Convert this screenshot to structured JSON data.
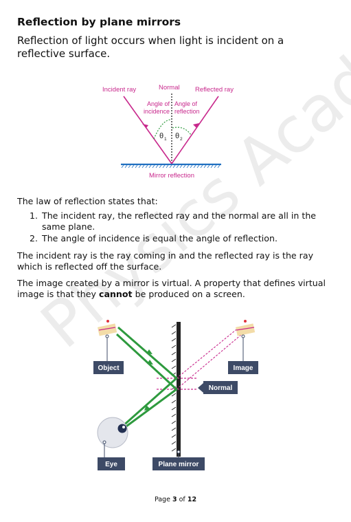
{
  "heading": "Reflection by plane mirrors",
  "intro": "Reflection of light occurs when light is incident on a reflective surface.",
  "diagram1": {
    "incident_ray": "Incident ray",
    "normal": "Normal",
    "reflected_ray": "Reflected ray",
    "angle_incidence_1": "Angle of",
    "angle_incidence_2": "incidence",
    "angle_reflection_1": "Angle of",
    "angle_reflection_2": "reflection",
    "theta": "θ",
    "theta1_sub": "1",
    "theta2_sub": "2",
    "caption": "Mirror reflection"
  },
  "law_intro": "The law of reflection states that:",
  "law_items": [
    {
      "num": "1.",
      "text": "The incident ray, the reflected ray and the normal are all in the same plane."
    },
    {
      "num": "2.",
      "text": "The angle of incidence is equal the angle of reflection."
    }
  ],
  "definition": "The incident ray is the ray coming in and the reflected ray is the ray which is reflected off the surface.",
  "virtual_pre": "The image created by a mirror is virtual. A property that defines virtual image is that they ",
  "virtual_bold": "cannot",
  "virtual_post": " be produced on a screen.",
  "diagram2": {
    "object": "Object",
    "image": "Image",
    "normal": "Normal",
    "eye": "Eye",
    "mirror": "Plane mirror"
  },
  "watermark": "Physics Academy",
  "footer": {
    "page_word": "Page",
    "current": "3",
    "of_word": "of",
    "total": "12"
  },
  "colors": {
    "magenta": "#c8288c",
    "green": "#2e9a3e",
    "label_bg": "#3d4a66",
    "mirror_blue": "#1f6fc0"
  }
}
